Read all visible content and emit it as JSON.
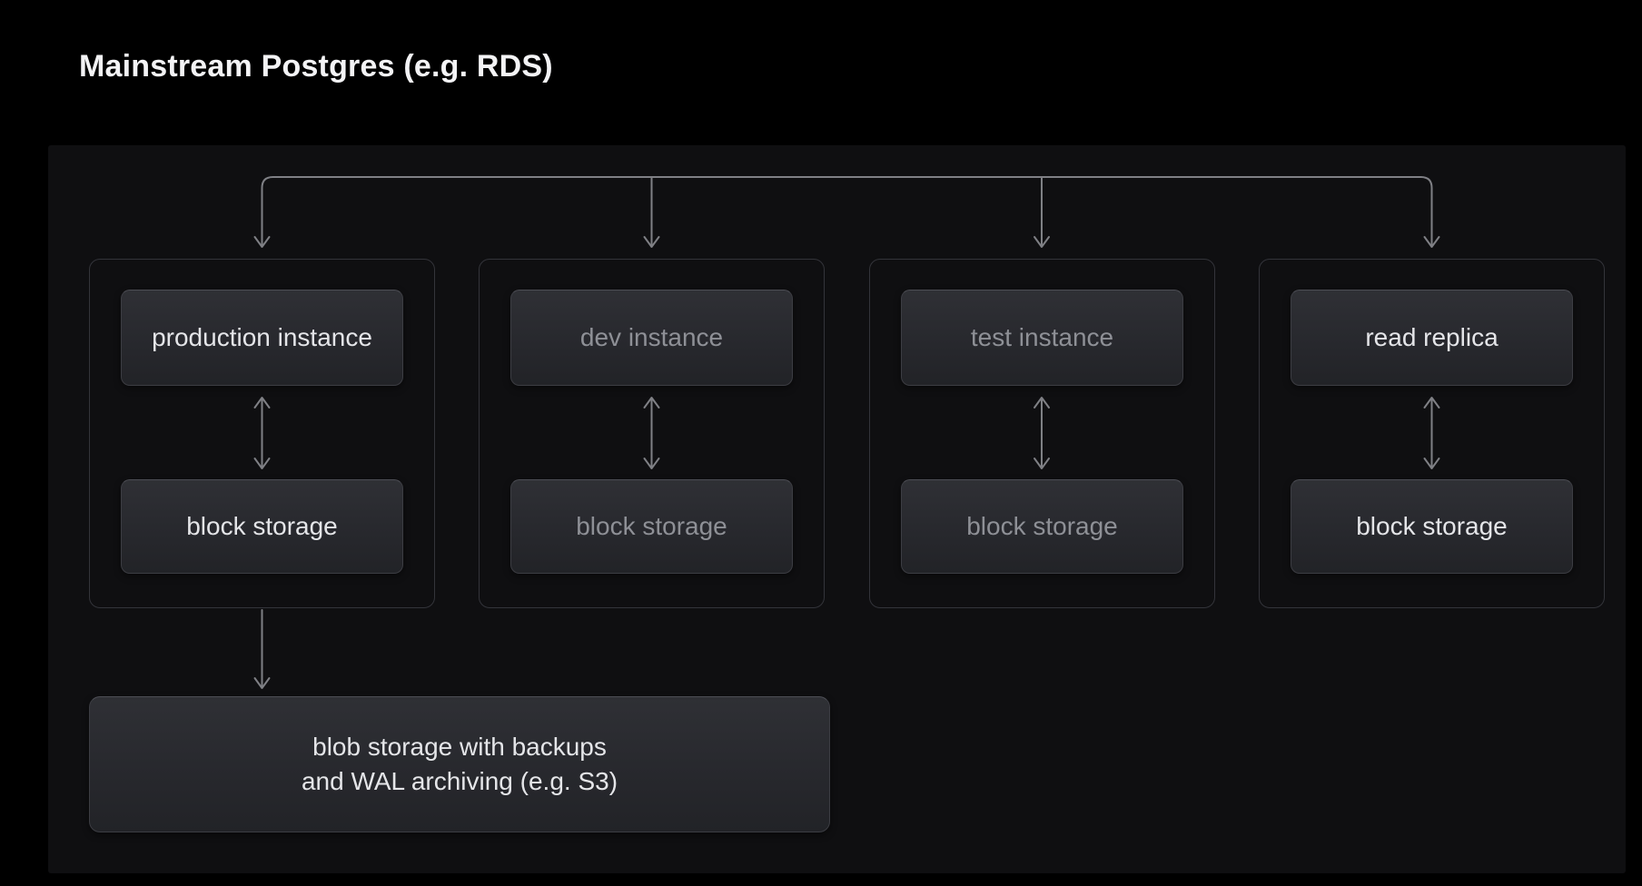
{
  "title": "Mainstream Postgres (e.g. RDS)",
  "diagram": {
    "groups": [
      {
        "name": "production",
        "instance_label": "production instance",
        "storage_label": "block storage",
        "emphasis": "bright"
      },
      {
        "name": "dev",
        "instance_label": "dev instance",
        "storage_label": "block storage",
        "emphasis": "dim"
      },
      {
        "name": "test",
        "instance_label": "test instance",
        "storage_label": "block storage",
        "emphasis": "dim"
      },
      {
        "name": "read-replica",
        "instance_label": "read replica",
        "storage_label": "block storage",
        "emphasis": "bright"
      }
    ],
    "blob": {
      "line1": "blob storage with backups",
      "line2": "and WAL archiving (e.g. S3)"
    },
    "connections": [
      {
        "type": "fan-out-down",
        "from": "top bus line",
        "to": [
          "production instance",
          "dev instance",
          "test instance",
          "read replica"
        ]
      },
      {
        "type": "bidirectional",
        "from": "production instance",
        "to": "block storage"
      },
      {
        "type": "bidirectional",
        "from": "dev instance",
        "to": "block storage"
      },
      {
        "type": "bidirectional",
        "from": "test instance",
        "to": "block storage"
      },
      {
        "type": "bidirectional",
        "from": "read replica",
        "to": "block storage"
      },
      {
        "type": "down",
        "from": "production block storage",
        "to": "blob storage with backups and WAL archiving (e.g. S3)"
      }
    ]
  },
  "colors": {
    "page_bg": "#000000",
    "panel_bg": "#0f0f11",
    "group_border": "#33343a",
    "box_top": "#2f3035",
    "box_mid": "#27282d",
    "box_bottom": "#222327",
    "box_border": "#3c3d43",
    "box_border_top": "#4d4e55",
    "text_bright": "#e4e5e8",
    "text_dim": "#8e9096",
    "line": "#7f8085",
    "title": "#f3f3f5"
  }
}
